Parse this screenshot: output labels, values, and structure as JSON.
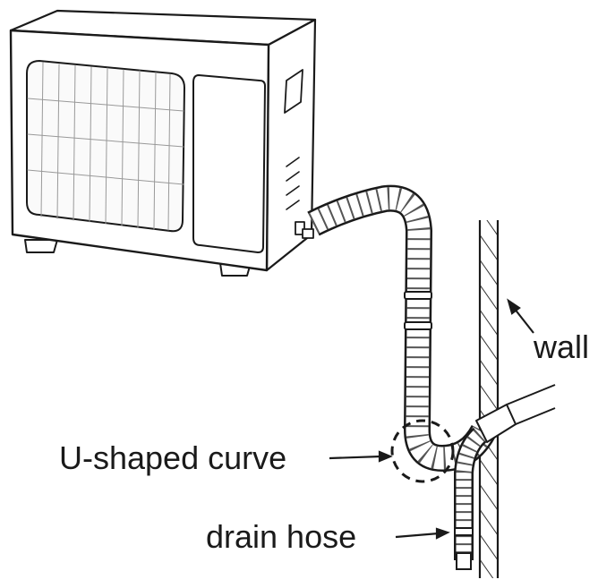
{
  "labels": {
    "wall": "wall",
    "u_curve": "U-shaped curve",
    "drain_hose": "drain hose"
  },
  "colors": {
    "line": "#1a1a1a",
    "fill": "#ffffff",
    "shade": "#e6e6e6",
    "hatch": "#333333"
  }
}
